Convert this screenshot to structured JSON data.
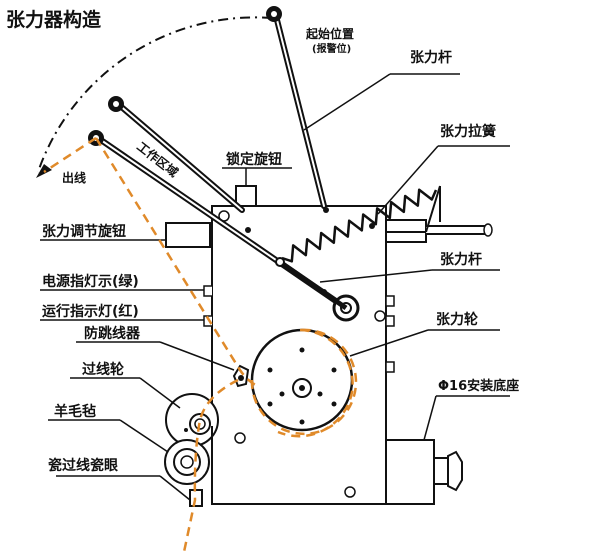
{
  "title": "张力器构造",
  "labels": {
    "start_position": "起始位置",
    "alarm_position": "(报警位)",
    "tension_rod_top": "张力杆",
    "tension_spring": "张力拉簧",
    "working_area": "工作区域",
    "outgoing_line": "出线",
    "lock_knob": "锁定旋钮",
    "tension_adjust_knob": "张力调节旋钮",
    "tension_rod_mid": "张力杆",
    "power_light": "电源指灯示(绿)",
    "run_light": "运行指示灯(红)",
    "anti_jump_device": "防跳线器",
    "tension_wheel": "张力轮",
    "mount_base": "Φ16安装底座",
    "guide_wheel": "过线轮",
    "felt": "羊毛毡",
    "ceramic_eyelet": "瓷过线瓷眼"
  },
  "colors": {
    "wire": "#e08a2a",
    "line": "#111111"
  }
}
